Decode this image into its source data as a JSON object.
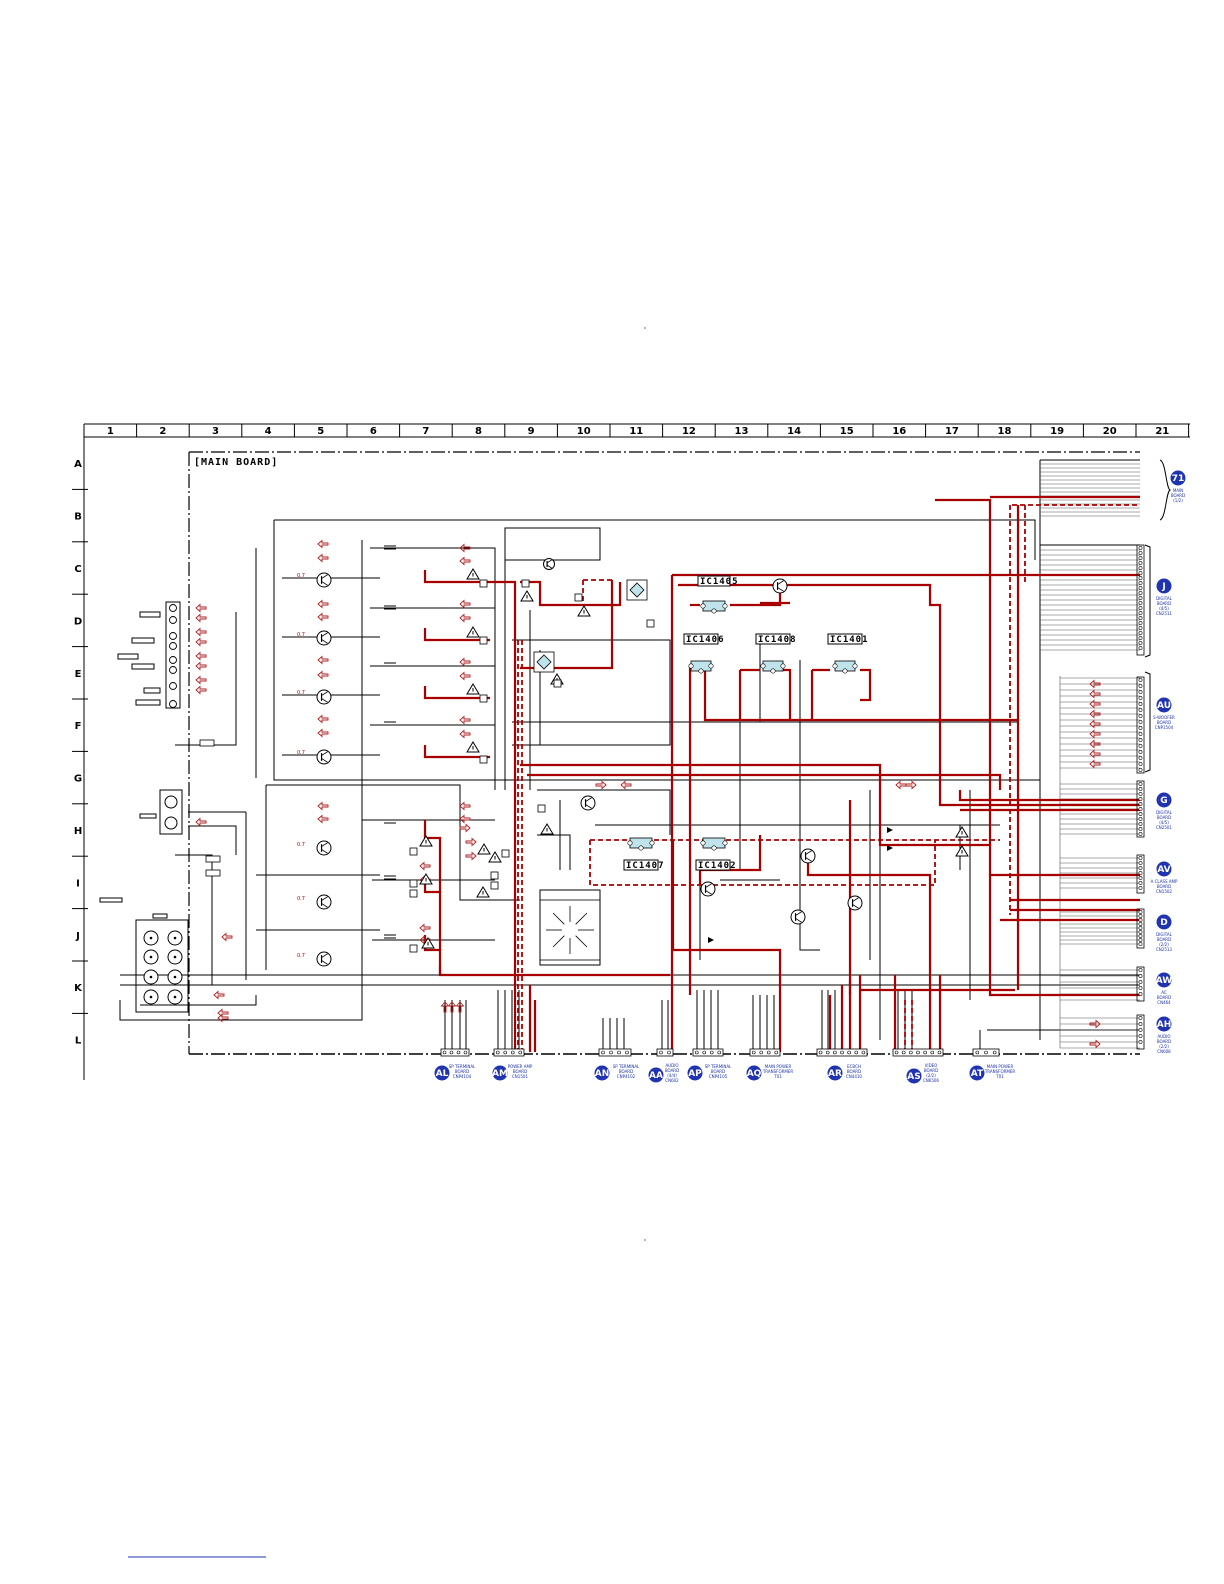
{
  "grid": {
    "columns": [
      "1",
      "2",
      "3",
      "4",
      "5",
      "6",
      "7",
      "8",
      "9",
      "10",
      "11",
      "12",
      "13",
      "14",
      "15",
      "16",
      "17",
      "18",
      "19",
      "20",
      "21"
    ],
    "rows": [
      "A",
      "B",
      "C",
      "D",
      "E",
      "F",
      "G",
      "H",
      "I",
      "J",
      "K",
      "L"
    ]
  },
  "board_title": "[MAIN BOARD]",
  "ics": [
    {
      "id": "ic1405",
      "label": "IC1405"
    },
    {
      "id": "ic1406",
      "label": "IC1406"
    },
    {
      "id": "ic1408",
      "label": "IC1408"
    },
    {
      "id": "ic1401",
      "label": "IC1401"
    },
    {
      "id": "ic1407",
      "label": "IC1407"
    },
    {
      "id": "ic1402",
      "label": "IC1402"
    }
  ],
  "bottom_connectors": [
    {
      "letter": "AL",
      "desc": [
        "SP TERMINAL",
        "BOARD",
        "CNP4104"
      ]
    },
    {
      "letter": "AM",
      "desc": [
        "POWER AMP",
        "BOARD",
        "CN1501"
      ]
    },
    {
      "letter": "AN",
      "desc": [
        "SP TERMINAL",
        "BOARD",
        "CNP4102"
      ]
    },
    {
      "letter": "AA",
      "desc": [
        "AUDIO",
        "BOARD",
        "(4/4)",
        "CN602"
      ]
    },
    {
      "letter": "AP",
      "desc": [
        "SP TERMINAL",
        "BOARD",
        "CNP4105"
      ]
    },
    {
      "letter": "AQ",
      "desc": [
        "MAIN POWER",
        "TRANSFORMER",
        "T01"
      ]
    },
    {
      "letter": "AR",
      "desc": [
        "ECBCH",
        "BOARD",
        "CN4410"
      ]
    },
    {
      "letter": "AS",
      "desc": [
        "VIDEO",
        "BOARD",
        "(2/2)",
        "CN6506"
      ]
    },
    {
      "letter": "AT",
      "desc": [
        "MAIN POWER",
        "TRANSFORMER",
        "T01"
      ]
    }
  ],
  "right_connectors": [
    {
      "letter": "71",
      "desc": [
        "MAIN",
        "BOARD",
        "(1/2)"
      ]
    },
    {
      "letter": "J",
      "desc": [
        "DIGITAL",
        "BOARD",
        "(4/5)",
        "CN2511"
      ]
    },
    {
      "letter": "AU",
      "desc": [
        "S-WOOFER",
        "BOARD",
        "CNP1504"
      ]
    },
    {
      "letter": "G",
      "desc": [
        "DIGITAL",
        "BOARD",
        "(4/5)",
        "CN2501"
      ]
    },
    {
      "letter": "AV",
      "desc": [
        "A CLASS AMP",
        "BOARD",
        "CN1502"
      ]
    },
    {
      "letter": "D",
      "desc": [
        "DIGITAL",
        "BOARD",
        "(2/2)",
        "CN2513"
      ]
    },
    {
      "letter": "AW",
      "desc": [
        "AC",
        "BOARD",
        "CN464"
      ]
    },
    {
      "letter": "AH",
      "desc": [
        "AUDIO",
        "BOARD",
        "(2/2)",
        "CN608"
      ]
    }
  ],
  "colors": {
    "trace_red": "#a80000",
    "arrow_red": "#b21e1e",
    "connector_blue": "#2033b0",
    "ic_fill": "#bfe3ea",
    "line": "#000000",
    "thin_line": "#555555"
  }
}
